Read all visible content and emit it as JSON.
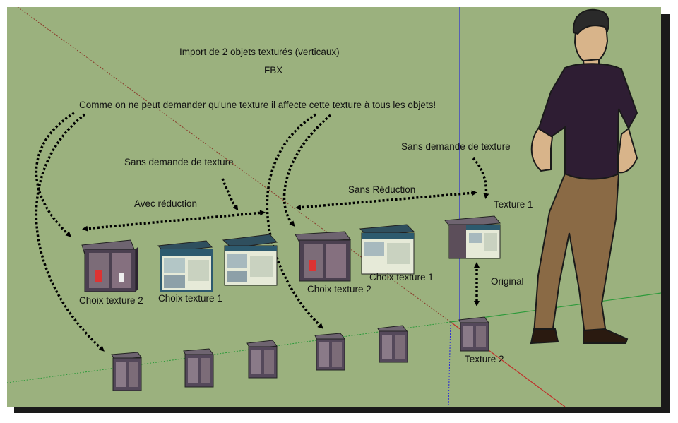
{
  "title_line1": "Import de 2 objets texturés (verticaux)",
  "title_line2": "FBX",
  "explanation": "Comme on ne peut demander qu'une texture il affecte cette texture à tous les objets!",
  "labels": {
    "sans_demande_left": "Sans demande de texture",
    "sans_demande_right": "Sans demande de texture",
    "avec_reduction": "Avec réduction",
    "sans_reduction": "Sans Réduction",
    "texture1": "Texture 1",
    "texture2": "Texture 2",
    "original": "Original",
    "choix_texture_2_a": "Choix texture 2",
    "choix_texture_1_a": "Choix texture 1",
    "choix_texture_2_b": "Choix texture 2",
    "choix_texture_1_b": "Choix texture 1"
  },
  "colors": {
    "background": "#9bb17e",
    "axis_blue": "#2a2ad8",
    "axis_red": "#c0302a",
    "axis_green": "#2c9a3a",
    "shirt": "#2e1d33",
    "pants": "#8a6a45"
  }
}
